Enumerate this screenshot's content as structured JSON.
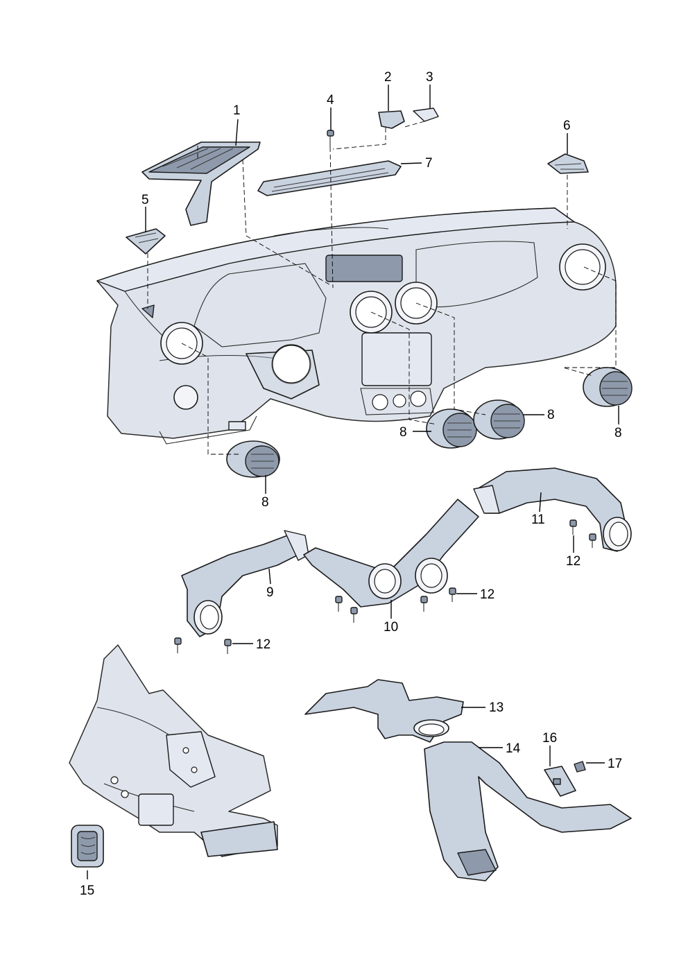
{
  "diagram": {
    "callouts": [
      {
        "id": "c1",
        "text": "1"
      },
      {
        "id": "c2",
        "text": "2"
      },
      {
        "id": "c3",
        "text": "3"
      },
      {
        "id": "c4",
        "text": "4"
      },
      {
        "id": "c5",
        "text": "5"
      },
      {
        "id": "c6",
        "text": "6"
      },
      {
        "id": "c7",
        "text": "7"
      },
      {
        "id": "c8a",
        "text": "8"
      },
      {
        "id": "c8b",
        "text": "8"
      },
      {
        "id": "c8c",
        "text": "8"
      },
      {
        "id": "c8d",
        "text": "8"
      },
      {
        "id": "c9",
        "text": "9"
      },
      {
        "id": "c10",
        "text": "10"
      },
      {
        "id": "c11",
        "text": "11"
      },
      {
        "id": "c12a",
        "text": "12"
      },
      {
        "id": "c12b",
        "text": "12"
      },
      {
        "id": "c12c",
        "text": "12"
      },
      {
        "id": "c13",
        "text": "13"
      },
      {
        "id": "c14",
        "text": "14"
      },
      {
        "id": "c15",
        "text": "15"
      },
      {
        "id": "c16",
        "text": "16"
      },
      {
        "id": "c17",
        "text": "17"
      }
    ]
  }
}
